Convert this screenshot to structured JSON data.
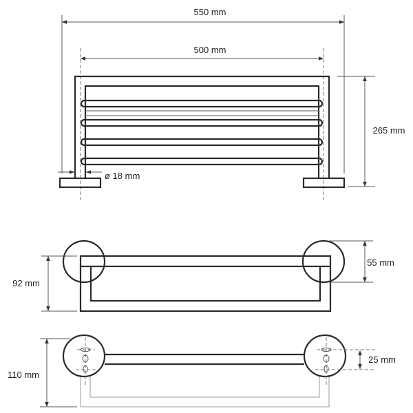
{
  "dimensions": {
    "total_width": "550 mm",
    "center_width": "500 mm",
    "height": "265 mm",
    "tube_diameter": "ø 18 mm",
    "side_depth": "92 mm",
    "rosette_diameter": "55 mm",
    "bottom_depth": "110 mm",
    "hole_spacing": "25 mm"
  },
  "colors": {
    "line": "#2a2a2a",
    "helper": "#999999"
  }
}
